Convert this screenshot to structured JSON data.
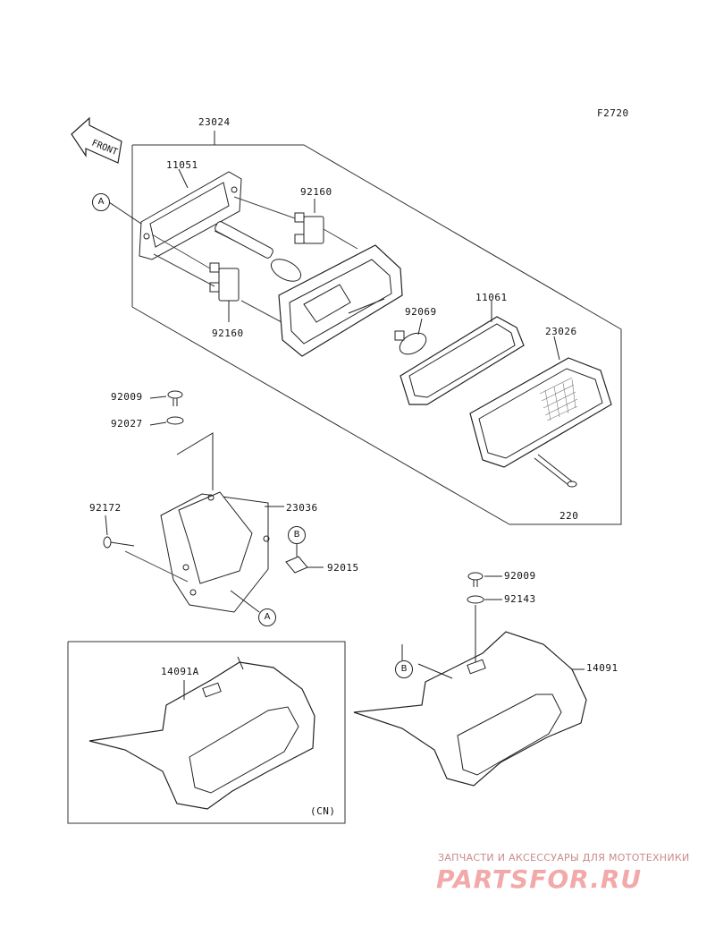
{
  "figure_code": "F2720",
  "front_label": "FRONT",
  "parts": {
    "p23024": "23024",
    "p11051": "11051",
    "p92160_top": "92160",
    "p92160_bottom": "92160",
    "p92069": "92069",
    "p11061": "11061",
    "p23026": "23026",
    "p220": "220",
    "p92009_a": "92009",
    "p92027": "92027",
    "p92172": "92172",
    "p23036": "23036",
    "p92015": "92015",
    "p92009_b": "92009",
    "p92143": "92143",
    "p14091A": "14091A",
    "p14091": "14091"
  },
  "callouts": {
    "a1": "A",
    "a2": "A",
    "b1": "B",
    "b2": "B"
  },
  "variant_note": "(CN)",
  "watermark": {
    "tagline": "ЗАПЧАСТИ И АКСЕССУАРЫ ДЛЯ МОТОТЕХНИКИ",
    "logo": "PARTSFOR.RU"
  }
}
